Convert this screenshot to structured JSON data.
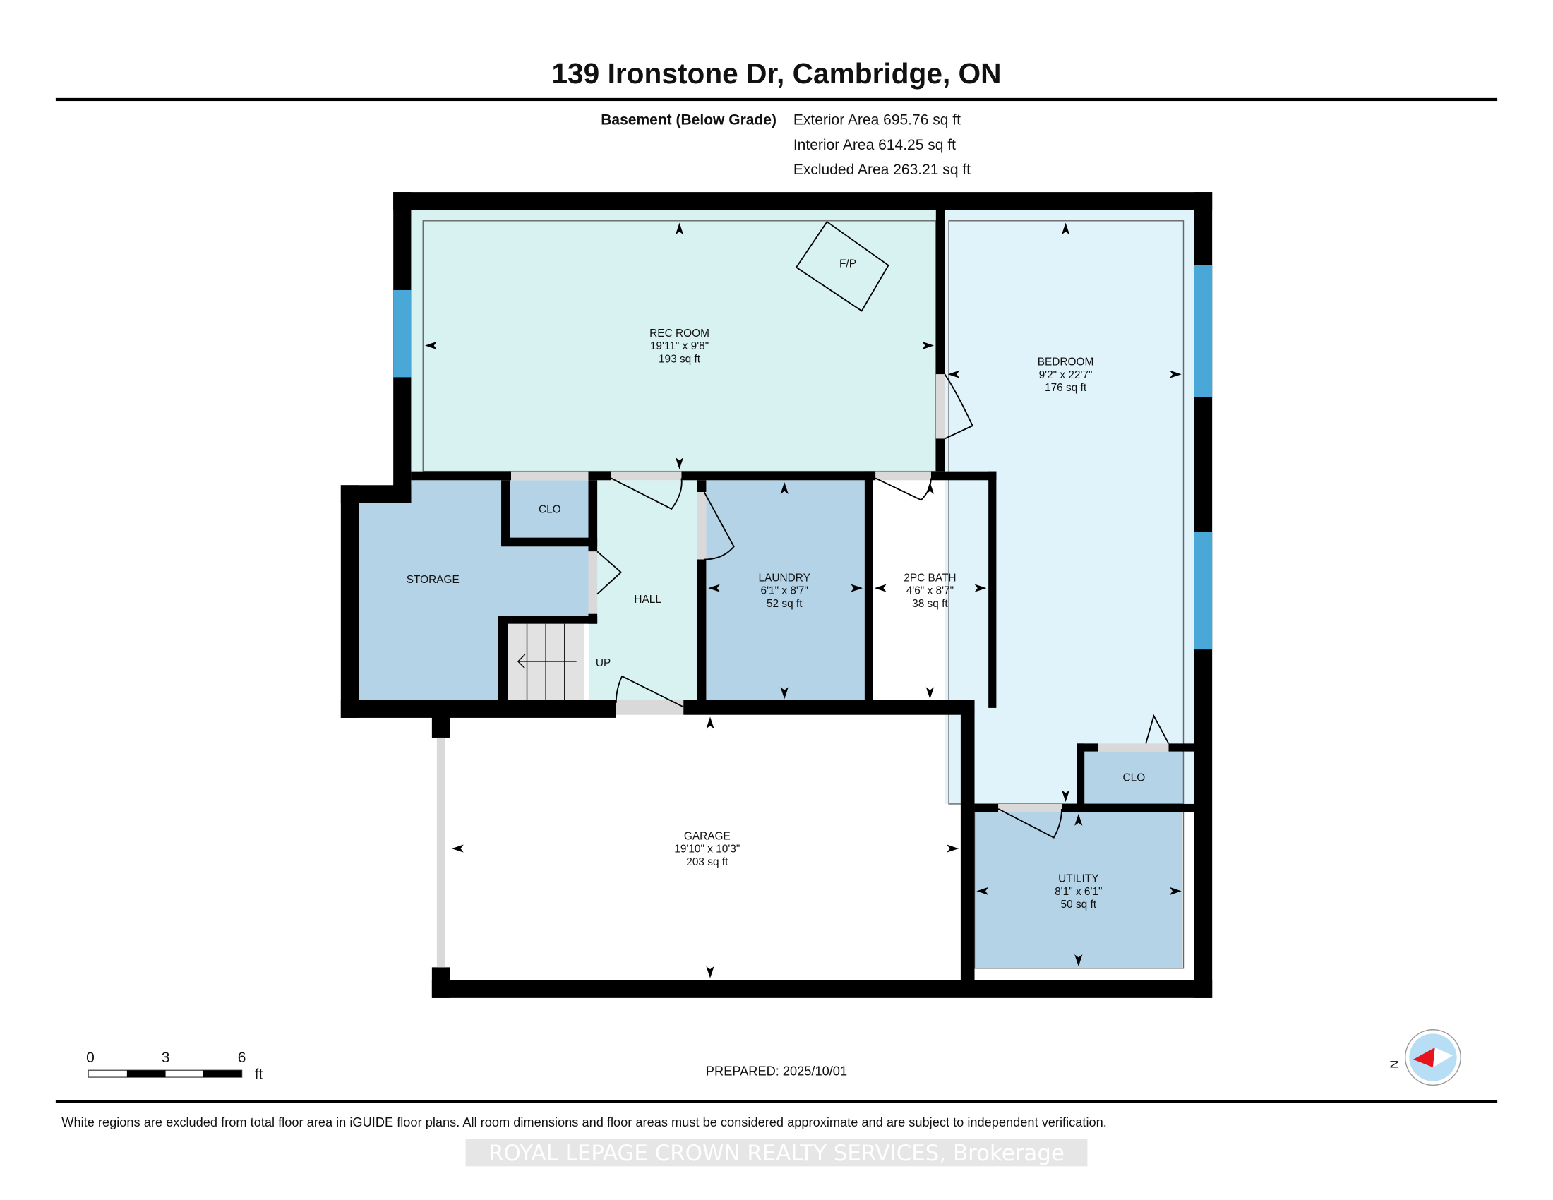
{
  "header": {
    "title": "139 Ironstone Dr, Cambridge, ON",
    "level": "Basement (Below Grade)",
    "exterior_area": "Exterior Area 695.76 sq ft",
    "interior_area": "Interior Area 614.25 sq ft",
    "excluded_area": "Excluded Area 263.21 sq ft"
  },
  "rooms": {
    "rec_room": {
      "name": "REC ROOM",
      "dims": "19'11\" x 9'8\"",
      "area": "193 sq ft"
    },
    "fireplace": {
      "name": "F/P"
    },
    "bedroom": {
      "name": "BEDROOM",
      "dims": "9'2\" x 22'7\"",
      "area": "176 sq ft"
    },
    "storage": {
      "name": "STORAGE"
    },
    "closet_hall": {
      "name": "CLO"
    },
    "hall": {
      "name": "HALL"
    },
    "stairs": {
      "name": "UP"
    },
    "laundry": {
      "name": "LAUNDRY",
      "dims": "6'1\" x 8'7\"",
      "area": "52 sq ft"
    },
    "bath": {
      "name": "2PC BATH",
      "dims": "4'6\" x 8'7\"",
      "area": "38 sq ft"
    },
    "closet_bedroom": {
      "name": "CLO"
    },
    "utility": {
      "name": "UTILITY",
      "dims": "8'1\" x 6'1\"",
      "area": "50 sq ft"
    },
    "garage": {
      "name": "GARAGE",
      "dims": "19'10\" x 10'3\"",
      "area": "203 sq ft"
    }
  },
  "scale_bar": {
    "ticks": [
      "0",
      "3",
      "6"
    ],
    "unit": "ft"
  },
  "prepared": "PREPARED: 2025/10/01",
  "compass": {
    "label": "N"
  },
  "footer": {
    "disclaimer": "White regions are excluded from total floor area in iGUIDE floor plans. All room dimensions and floor areas must be considered approximate and are subject to independent verification.",
    "watermark": "ROYAL LEPAGE CROWN REALTY SERVICES, Brokerage"
  },
  "colors": {
    "rec": "#d8f1f1",
    "bedroom": "#e0f3fb",
    "blue_room": "#b5d3e7",
    "window": "#4aa8d8"
  }
}
